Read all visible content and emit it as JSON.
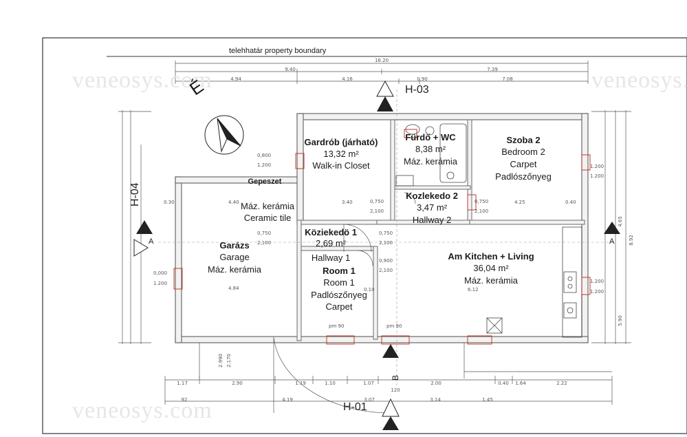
{
  "property_boundary": "telehhatár property boundary",
  "north_label": "É",
  "watermark": "veneosys.com",
  "sections": {
    "h01": "H-01",
    "h03": "H-03",
    "h04": "H-04",
    "a_left": "A",
    "a_right": "A",
    "b": "B"
  },
  "rooms": {
    "gardrob": {
      "name": "Gardrób (járható)",
      "area": "13,32 m²",
      "en": "Walk-in Closet"
    },
    "furdo": {
      "name": "Fürdő + WC",
      "area": "8,38 m²",
      "floor": "Máz. kerámia"
    },
    "szoba2": {
      "name": "Szoba 2",
      "en": "Bedroom 2",
      "floor_en": "Carpet",
      "floor": "Padlószőnyeg"
    },
    "kozlekedo2": {
      "name": "Kozlekedo 2",
      "area": "3,47 m²",
      "en": "Hallway 2"
    },
    "kozlekedo1": {
      "name": "Köziekedö 1",
      "area": "2,69 m²",
      "en": "Hallway 1"
    },
    "storage": {
      "name": "Gepeszet",
      "floor": "Máz. kerámia",
      "floor_en": "Ceramic tile"
    },
    "garazs": {
      "name": "Garázs",
      "en": "Garage",
      "floor": "Máz. kerámia"
    },
    "room1": {
      "name": "Room 1",
      "en": "Room 1",
      "floor": "Padlószőnyeg",
      "floor_en": "Carpet"
    },
    "kitchen": {
      "name": "Am Kitchen + Living",
      "area": "36,04 m²",
      "floor": "Máz. kerámia"
    }
  },
  "dimensions": {
    "total": "16.20",
    "top_a": "9.40",
    "top_b": "7.39",
    "top_c1": "4.94",
    "top_c2": "4.16",
    "top_c3": "0.90",
    "top_c4": "7.08",
    "bot_1": "1.17",
    "bot_2": "2.90",
    "bot_3": "1.19",
    "bot_4": "1.10",
    "bot_5": "1.07",
    "bot_6": "2.00",
    "bot_7": "0.40",
    "bot_8": "1.64",
    "bot_9": "2.22",
    "bot_row2_1": "92",
    "bot_row2_2": "4.19",
    "bot_row2_3": "3.07",
    "bot_row2_4": "3.14",
    "bot_row2_5": "1.45",
    "bot_120": "120",
    "win_0800": "0,800",
    "win_1200": "1.200",
    "win_0750": "0,750",
    "win_2100": "2,100",
    "win_0000": "0,000",
    "win_1200b": "1.200",
    "win_0900": "0,900",
    "int_440": "4.40",
    "int_340": "3.40",
    "int_425": "4.25",
    "int_484": "4.84",
    "int_612": "6.12",
    "int_030": "0.30",
    "int_040": "0.40",
    "int_010": "0.10",
    "pm90": "pm 90",
    "side_892": "8.92",
    "side_465": "4.65",
    "side_590": "5.90",
    "sill_2990": "2.990",
    "sill_2170": "2.170"
  },
  "colors": {
    "wall": "#6b6b6b",
    "wall_fill": "#f2f2f2",
    "dim_line": "#444444",
    "accent": "#c0392b"
  }
}
